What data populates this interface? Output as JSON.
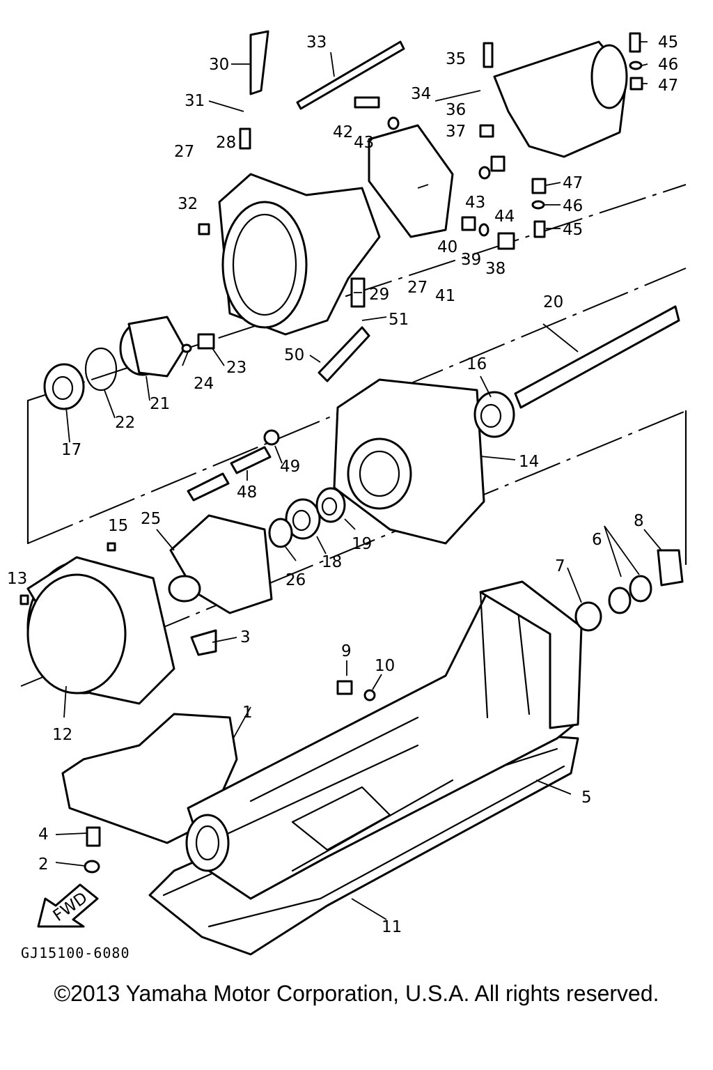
{
  "diagram": {
    "part_numbers": [
      "1",
      "2",
      "3",
      "4",
      "5",
      "6",
      "7",
      "8",
      "9",
      "10",
      "11",
      "12",
      "13",
      "15",
      "16",
      "17",
      "18",
      "19",
      "20",
      "21",
      "22",
      "23",
      "24",
      "25",
      "26",
      "27",
      "28",
      "29",
      "30",
      "31",
      "32",
      "33",
      "34",
      "35",
      "36",
      "37",
      "38",
      "39",
      "40",
      "41",
      "42",
      "43",
      "44",
      "45",
      "46",
      "47",
      "48",
      "49",
      "50",
      "51",
      "14"
    ],
    "direction_label": "FWD",
    "drawing_code": "GJ15100-6080"
  },
  "footer": {
    "copyright": "©2013 Yamaha Motor Corporation, U.S.A. All rights reserved."
  }
}
